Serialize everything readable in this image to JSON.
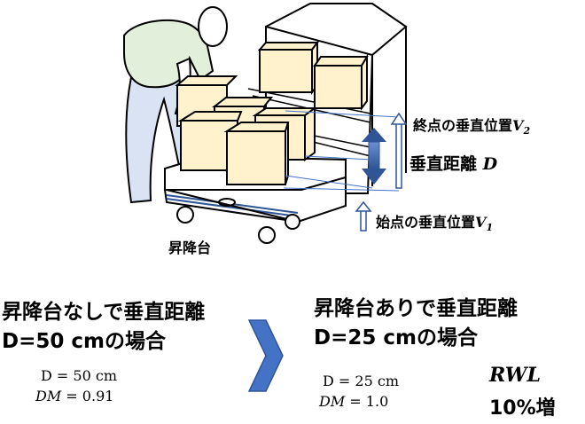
{
  "diagram": {
    "labels": {
      "lift_table": "昇降台",
      "end_height": "終点の垂直位置",
      "end_height_var": "V",
      "end_height_sub": "2",
      "distance": "垂直距離",
      "distance_var": "D",
      "start_height": "始点の垂直位置",
      "start_height_var": "V",
      "start_height_sub": "1"
    }
  },
  "comparison": {
    "without": {
      "heading_line1": "昇降台なしで垂直距離",
      "heading_line2": "D=50 cmの場合",
      "d_text": "D = 50 cm",
      "dm_var": "DM",
      "dm_value": " = 0.91"
    },
    "with": {
      "heading_line1": "昇降台ありで垂直距離",
      "heading_line2": "D=25 cmの場合",
      "d_text": "D = 25 cm",
      "dm_var": "DM",
      "dm_value": " = 1.0",
      "rwl_label": "RWL",
      "increase_label": "10%増"
    },
    "arrow_color": "#4472C4"
  },
  "colors": {
    "shirt": "#E2EFDA",
    "pants": "#DAE3F3",
    "box": "#FFF2CC",
    "arrow": "#4472C4"
  }
}
